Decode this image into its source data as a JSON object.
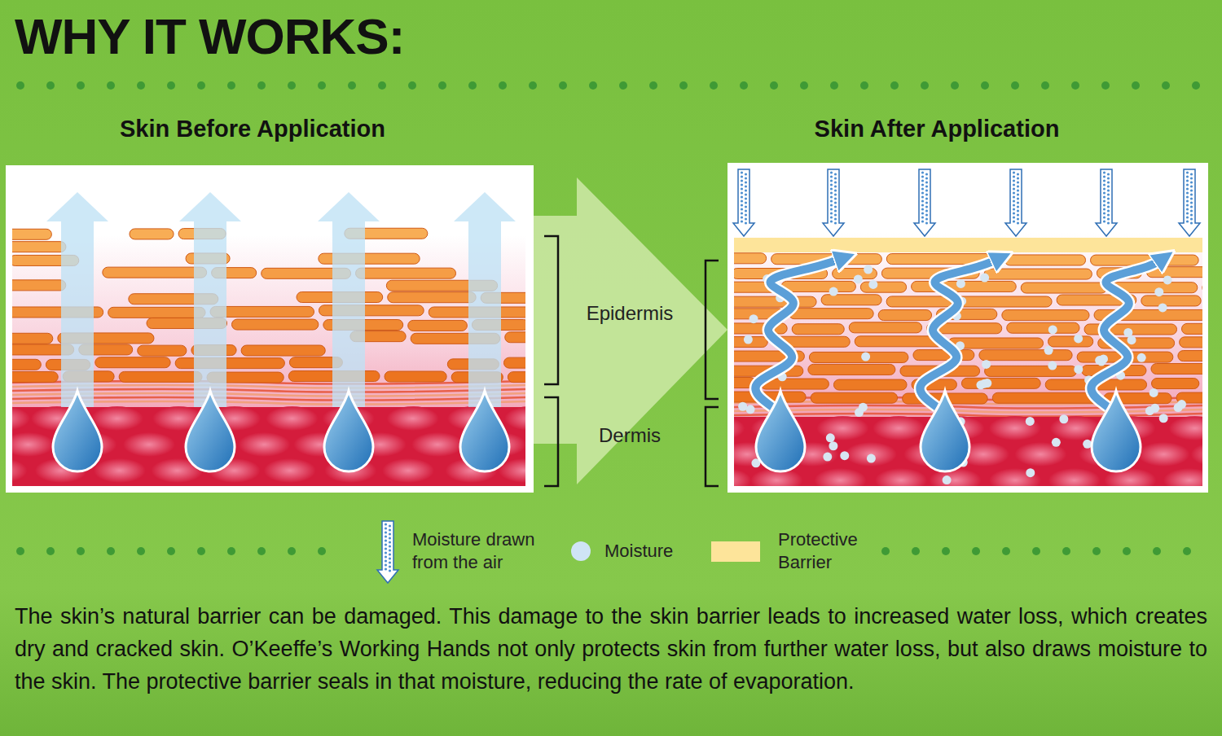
{
  "diagram": {
    "title": "WHY IT WORKS:",
    "nodes": [
      {
        "text": [
          "Skin Before Application"
        ]
      },
      {
        "text": [
          "Skin After Application"
        ]
      }
    ],
    "edges": [
      {
        "from": 0,
        "to": 1,
        "arrow": "to"
      }
    ],
    "labels": [
      "Epidermis",
      "Dermis"
    ],
    "legend": [
      {
        "text": "Moisture drawn from the air"
      },
      {
        "text": "Moisture",
        "color": "#cfe4f5"
      },
      {
        "text": "Protective Barrier",
        "color": "#fde49a"
      }
    ],
    "caption": "The skin’s natural barrier can be damaged. This damage to the skin barrier leads to increased water loss, which creates dry and cracked skin. O’Keeffe’s Working Hands not only protects skin from further water loss, but also draws moisture to the skin. The protective barrier seals in that moisture, reducing the rate of evaporation."
  }
}
